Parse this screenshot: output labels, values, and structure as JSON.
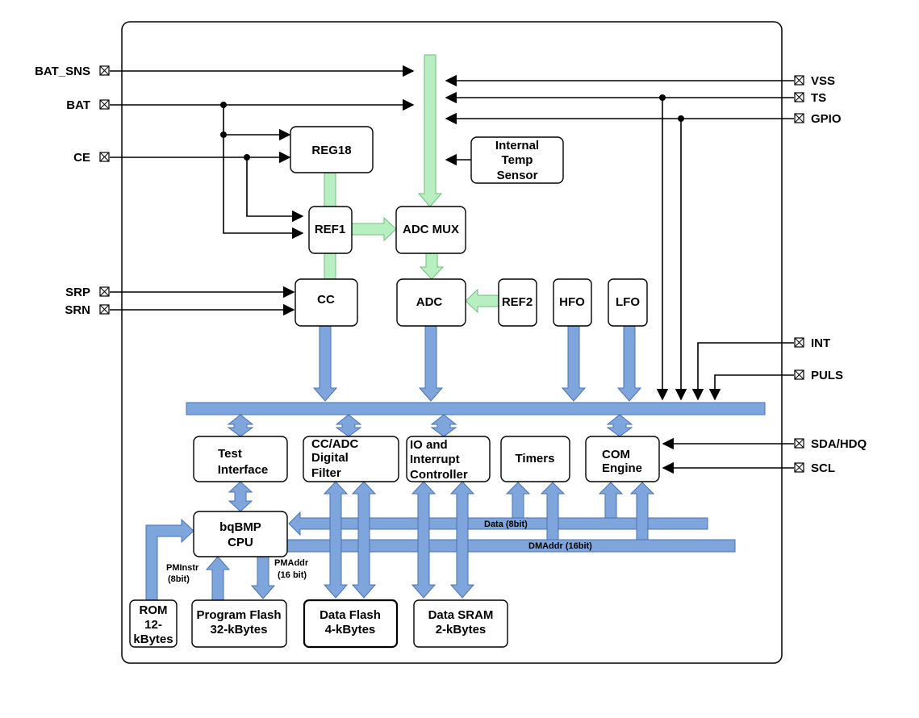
{
  "pins": {
    "bat_sns": "BAT_SNS",
    "bat": "BAT",
    "ce": "CE",
    "srp": "SRP",
    "srn": "SRN",
    "vss": "VSS",
    "ts": "TS",
    "gpio": "GPIO",
    "int": "INT",
    "puls": "PULS",
    "sda": "SDA/HDQ",
    "scl": "SCL"
  },
  "blocks": {
    "reg18": [
      "REG18"
    ],
    "internal_temp": [
      "Internal",
      "Temp",
      "Sensor"
    ],
    "ref1": [
      "REF1"
    ],
    "adc_mux": [
      "ADC MUX"
    ],
    "cc": [
      "CC"
    ],
    "adc": [
      "ADC"
    ],
    "ref2": [
      "REF2"
    ],
    "hfo": [
      "HFO"
    ],
    "lfo": [
      "LFO"
    ],
    "test_interface": [
      "Test",
      "Interface"
    ],
    "digital_filter": [
      "CC/ADC",
      "Digital",
      "Filter"
    ],
    "io_controller": [
      "IO and",
      "Interrupt",
      "Controller"
    ],
    "timers": [
      "Timers"
    ],
    "com_engine": [
      "COM",
      "Engine"
    ],
    "cpu": [
      "bqBMP",
      "CPU"
    ],
    "rom": [
      "ROM",
      "12-",
      "kBytes"
    ],
    "program_flash": [
      "Program Flash",
      "32-kBytes"
    ],
    "data_flash": [
      "Data Flash",
      "4-kBytes"
    ],
    "data_sram": [
      "Data SRAM",
      "2-kBytes"
    ]
  },
  "bus_labels": {
    "data": "Data (8bit)",
    "dmaddr": "DMAddr (16bit)",
    "pminstr": [
      "PMInstr",
      "(8bit)"
    ],
    "pmaddr": [
      "PMAddr",
      "(16 bit)"
    ]
  },
  "colors": {
    "digital_bus": "#7fa6dc",
    "analog_bus": "#b7efc0"
  }
}
